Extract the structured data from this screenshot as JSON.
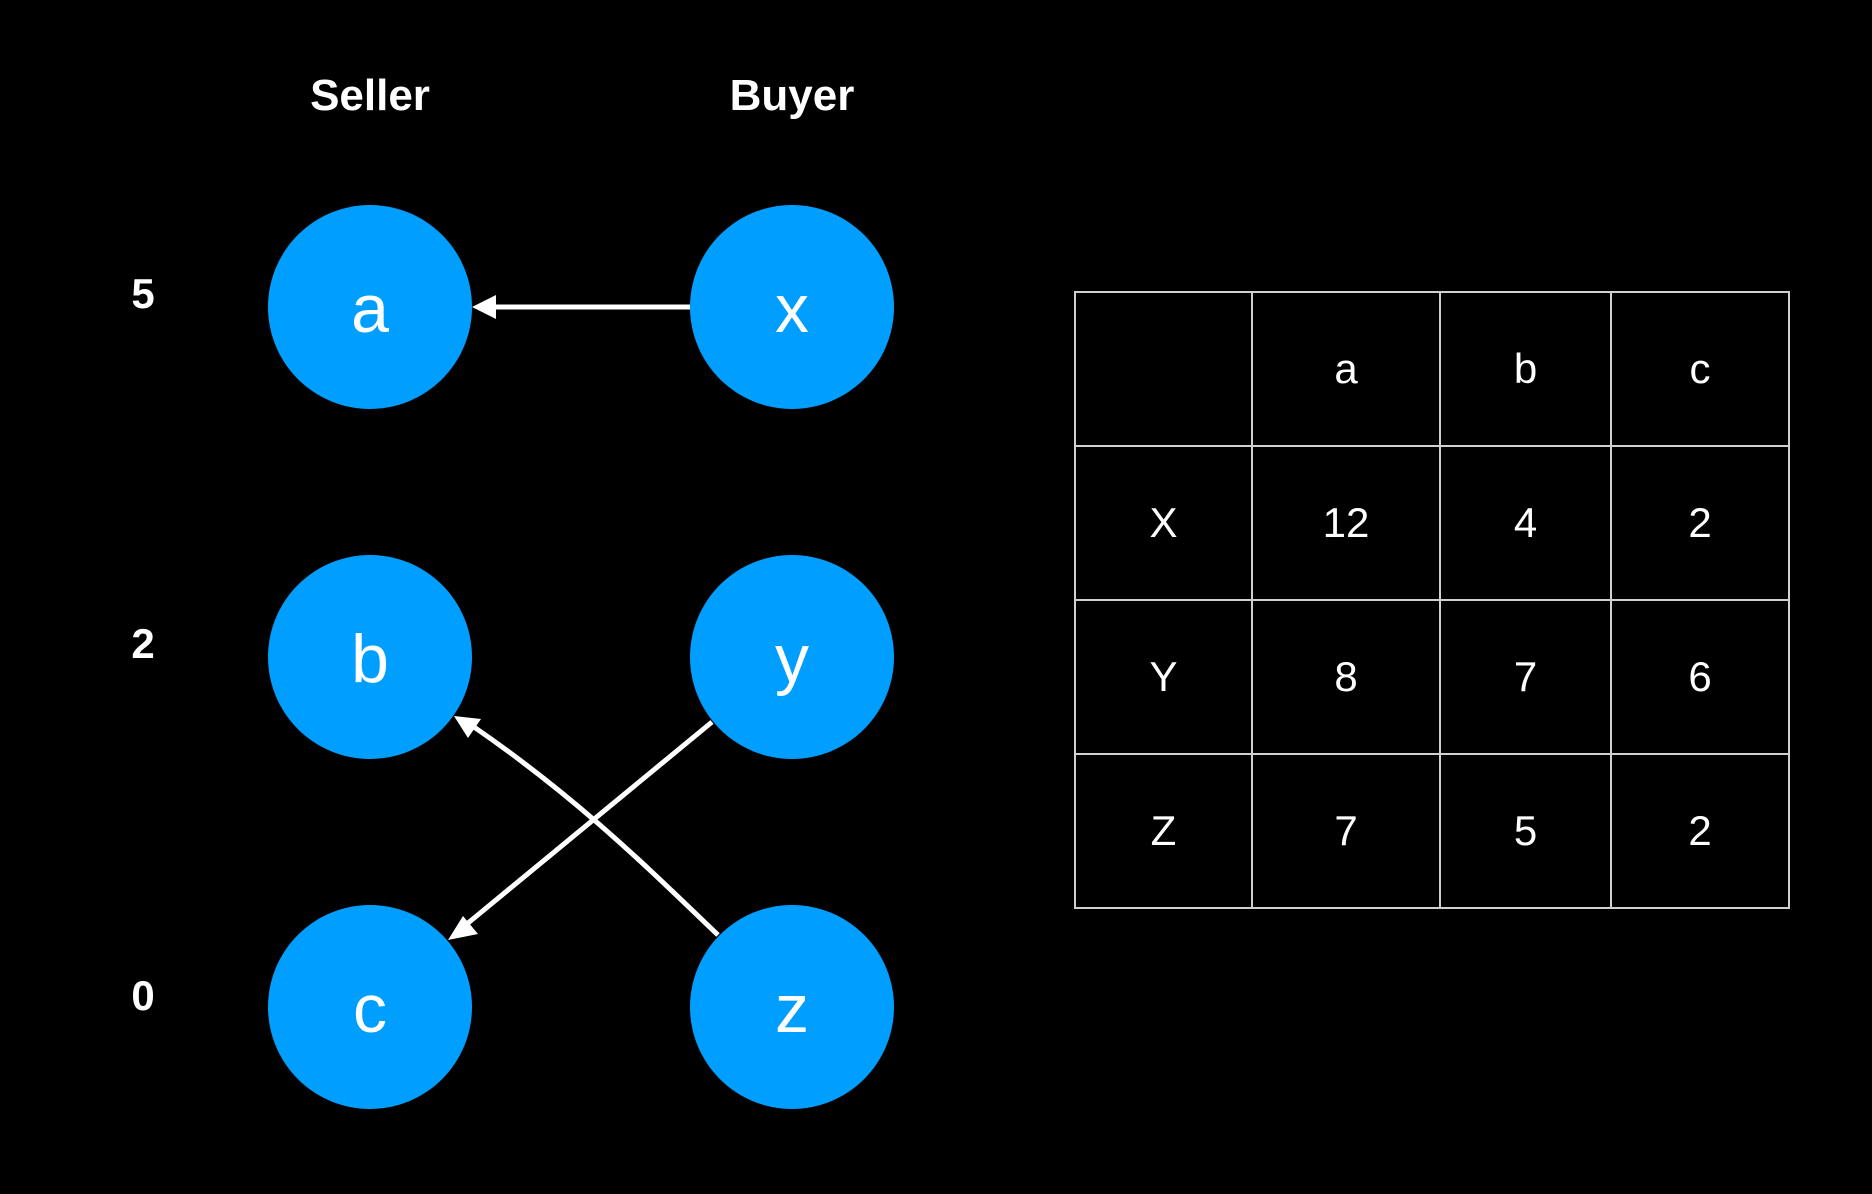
{
  "diagram": {
    "headers": {
      "seller": "Seller",
      "buyer": "Buyer"
    },
    "prices": [
      "5",
      "2",
      "0"
    ],
    "sellers": [
      "a",
      "b",
      "c"
    ],
    "buyers": [
      "x",
      "y",
      "z"
    ],
    "edges": [
      {
        "from": "x",
        "to": "a"
      },
      {
        "from": "y",
        "to": "c"
      },
      {
        "from": "z",
        "to": "b"
      }
    ],
    "colors": {
      "node": "#009FFF",
      "edge": "#ffffff",
      "background": "#000000",
      "grid": "#d0d0d0"
    }
  },
  "valuation_table": {
    "columns": [
      "",
      "a",
      "b",
      "c"
    ],
    "rows": [
      {
        "label": "X",
        "values": [
          "12",
          "4",
          "2"
        ]
      },
      {
        "label": "Y",
        "values": [
          "8",
          "7",
          "6"
        ]
      },
      {
        "label": "Z",
        "values": [
          "7",
          "5",
          "2"
        ]
      }
    ]
  }
}
